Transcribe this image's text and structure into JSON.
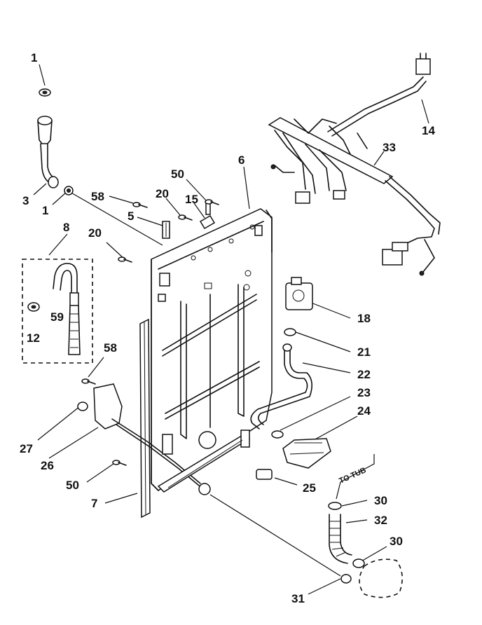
{
  "callouts": [
    {
      "id": "c1a",
      "text": "1"
    },
    {
      "id": "c3",
      "text": "3"
    },
    {
      "id": "c1b",
      "text": "1"
    },
    {
      "id": "c58a",
      "text": "58"
    },
    {
      "id": "c20a",
      "text": "20"
    },
    {
      "id": "c50a",
      "text": "50"
    },
    {
      "id": "c15",
      "text": "15"
    },
    {
      "id": "c5",
      "text": "5"
    },
    {
      "id": "c6",
      "text": "6"
    },
    {
      "id": "c14",
      "text": "14"
    },
    {
      "id": "c33",
      "text": "33"
    },
    {
      "id": "c8",
      "text": "8"
    },
    {
      "id": "c20b",
      "text": "20"
    },
    {
      "id": "c59",
      "text": "59"
    },
    {
      "id": "c12",
      "text": "12"
    },
    {
      "id": "c18",
      "text": "18"
    },
    {
      "id": "c21",
      "text": "21"
    },
    {
      "id": "c22",
      "text": "22"
    },
    {
      "id": "c58b",
      "text": "58"
    },
    {
      "id": "c23",
      "text": "23"
    },
    {
      "id": "c24",
      "text": "24"
    },
    {
      "id": "c27",
      "text": "27"
    },
    {
      "id": "c26",
      "text": "26"
    },
    {
      "id": "c50b",
      "text": "50"
    },
    {
      "id": "c25",
      "text": "25"
    },
    {
      "id": "c7",
      "text": "7"
    },
    {
      "id": "c30a",
      "text": "30"
    },
    {
      "id": "c32",
      "text": "32"
    },
    {
      "id": "c30b",
      "text": "30"
    },
    {
      "id": "c31",
      "text": "31"
    }
  ],
  "notes": {
    "to_tub": "TO TUB"
  }
}
